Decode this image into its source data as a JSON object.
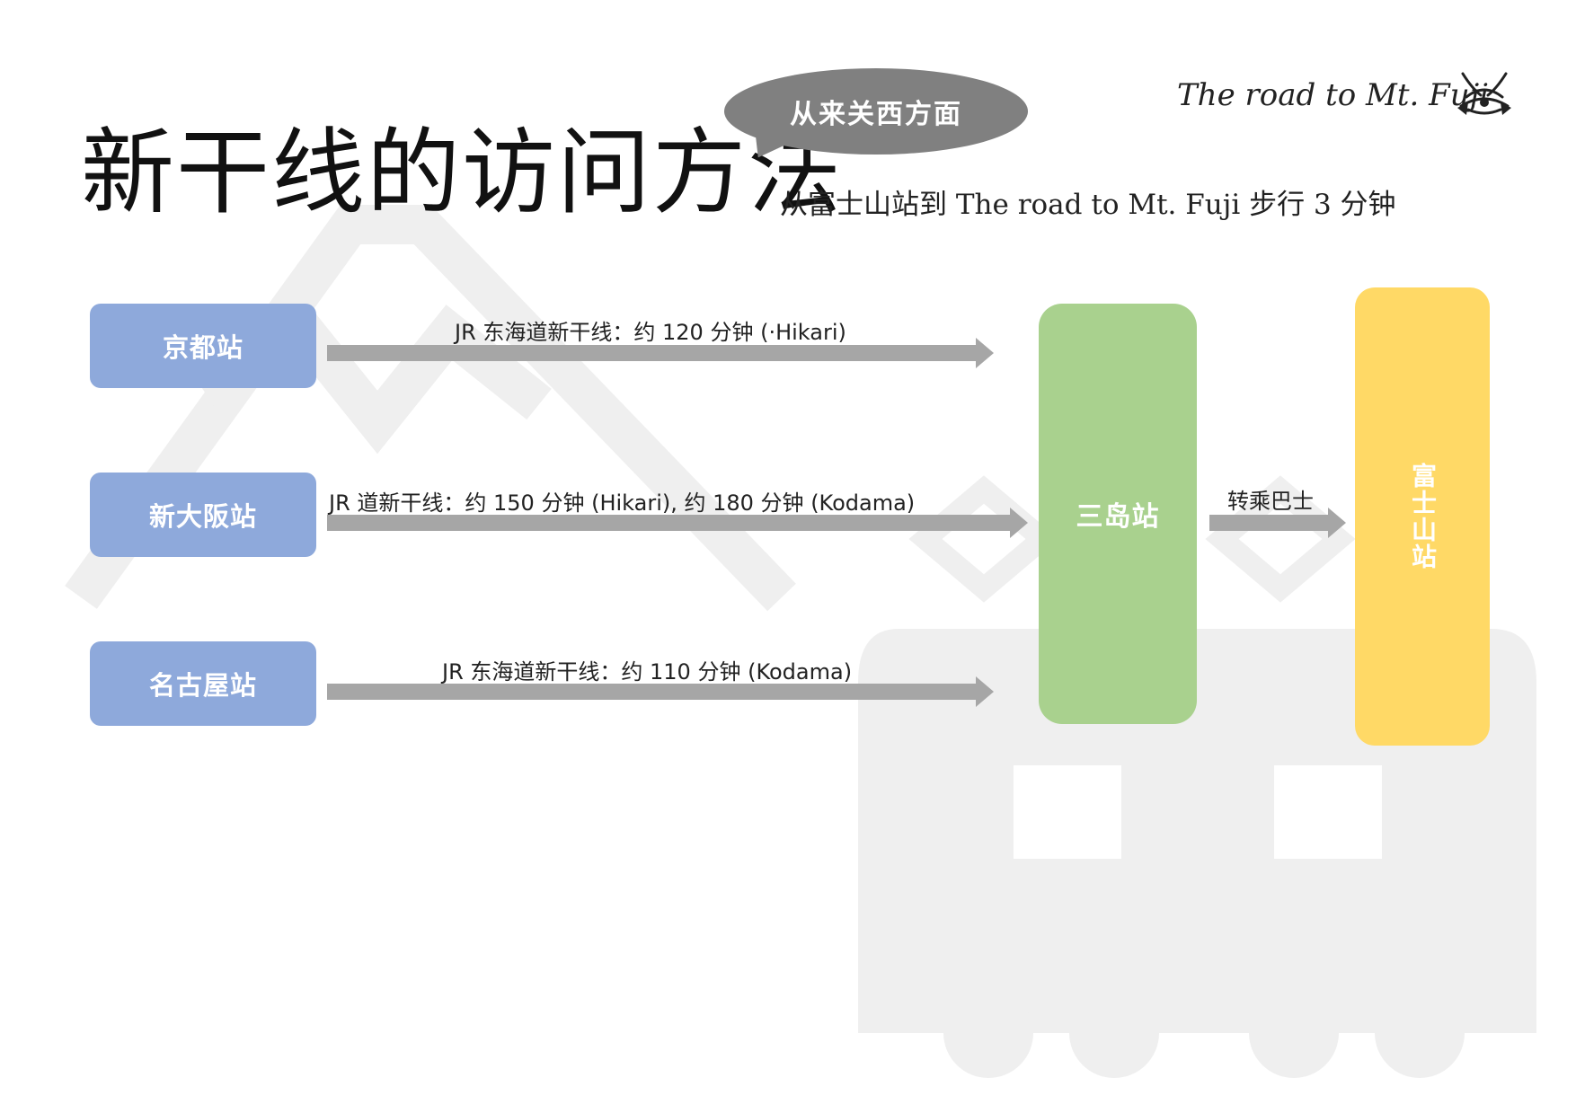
{
  "title": "新干线的访问方法",
  "bubble": "从来关西方面",
  "subtitle": "从富士山站到 The road to Mt. Fuji 步行 3 分钟",
  "brand": "The road to Mt. Fuji",
  "stations": {
    "kyoto": "京都站",
    "shin_osaka": "新大阪站",
    "nagoya": "名古屋站",
    "mishima": "三岛站",
    "fujisan": "富士山站"
  },
  "routes": {
    "kyoto": "JR 东海道新干线：约 120 分钟 (·Hikari)",
    "shin_osaka": "JR 道新干线：约 150 分钟 (Hikari), 约 180 分钟 (Kodama)",
    "nagoya": "JR 东海道新干线：约 110 分钟 (Kodama)",
    "transfer": "转乘巴士"
  },
  "colors": {
    "origin_station": "#8ea9db",
    "mishima": "#a9d18e",
    "fujisan": "#ffd966",
    "arrow": "#a6a6a6",
    "watermark": "#efefef"
  }
}
